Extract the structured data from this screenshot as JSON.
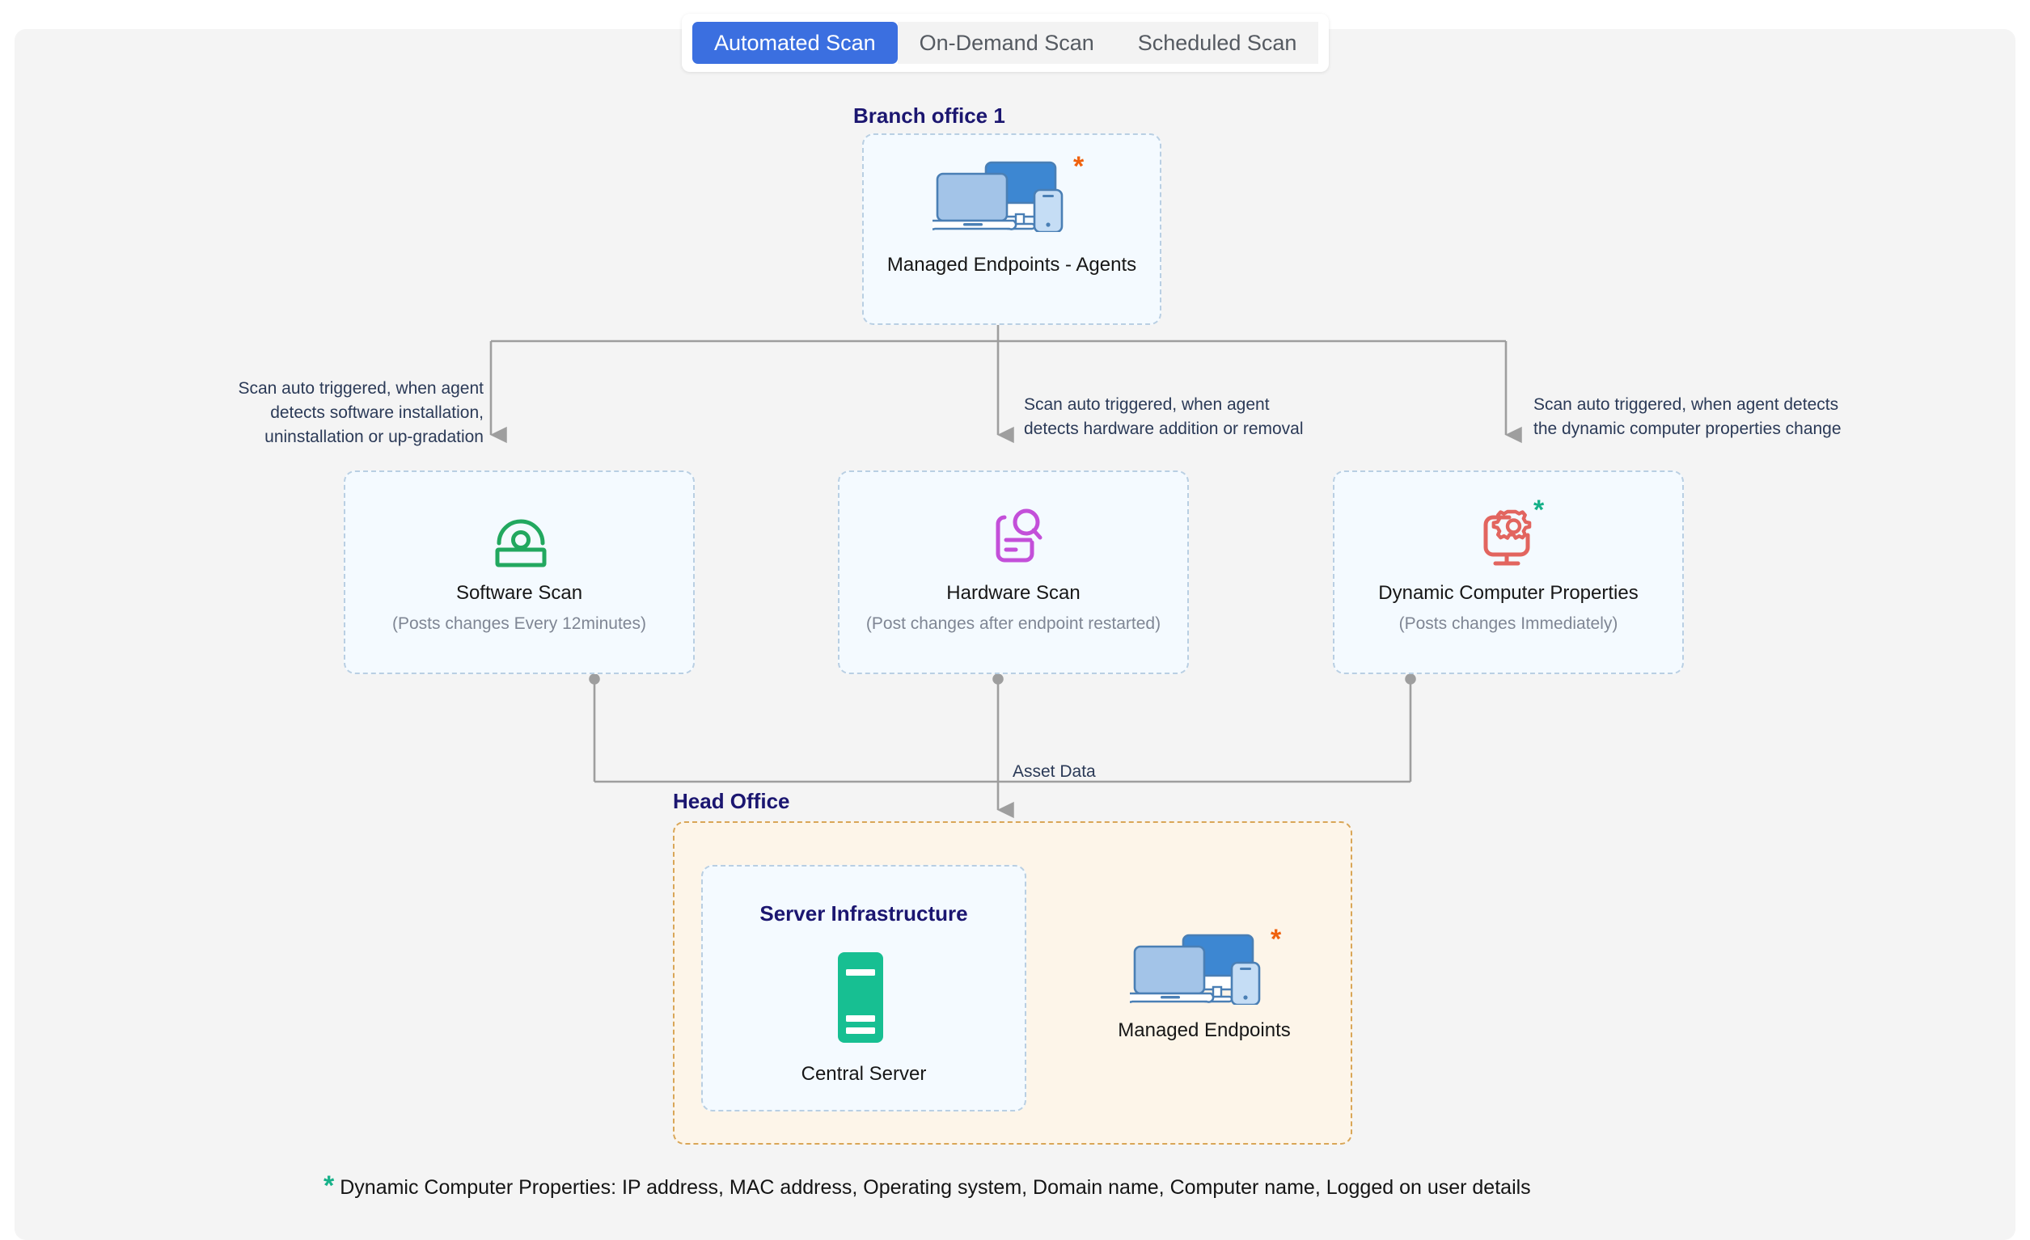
{
  "tabs": [
    {
      "label": "Automated Scan",
      "active": true
    },
    {
      "label": "On-Demand Scan",
      "active": false
    },
    {
      "label": "Scheduled Scan",
      "active": false
    }
  ],
  "branch": {
    "section_title": "Branch office 1",
    "endpoint_label": "Managed Endpoints - Agents",
    "asterisk": "*",
    "asterisk_color": "#f0610d"
  },
  "edges": {
    "software": "Scan auto triggered, when agent\ndetects software installation,\nuninstallation or up-gradation",
    "hardware": "Scan auto triggered, when agent\ndetects hardware addition or removal",
    "dynamic": "Scan auto triggered, when agent detects\nthe dynamic computer properties change",
    "asset_data": "Asset Data"
  },
  "scans": [
    {
      "title": "Software Scan",
      "subtitle": "(Posts changes Every 12minutes)",
      "icon": "disc-icon",
      "color": "#22a85f"
    },
    {
      "title": "Hardware Scan",
      "subtitle": "(Post changes after endpoint restarted)",
      "icon": "server-search-icon",
      "color": "#c34fd9"
    },
    {
      "title": "Dynamic Computer Properties",
      "subtitle": "(Posts changes Immediately)",
      "icon": "monitor-gear-icon",
      "color": "#e2655f",
      "asterisk": "*",
      "asterisk_color": "#17b189"
    }
  ],
  "head_office": {
    "section_title": "Head Office",
    "server_infra_title": "Server Infrastructure",
    "central_server_label": "Central Server",
    "central_server_icon": "server-tower-icon",
    "central_server_color": "#17bf92",
    "managed_endpoints_label": "Managed Endpoints",
    "managed_endpoints_icon": "devices-icon",
    "asterisk": "*",
    "asterisk_color": "#f0610d",
    "sync_arrow_icon": "bidirectional-arrow-icon"
  },
  "footer": {
    "star": "*",
    "text": "Dynamic Computer Properties: IP address, MAC address, Operating system, Domain name, Computer name, Logged on user details"
  },
  "colors": {
    "accent": "#3b6fe0",
    "panel_bg": "#f4f4f4",
    "box_bg": "#f4faff",
    "box_border": "#b9cfe3",
    "orange_border": "#d9a657",
    "orange_bg": "#fdf5e9",
    "title_navy": "#1b1670",
    "edge_text": "#2b3a57",
    "wire": "#9e9e9e"
  }
}
